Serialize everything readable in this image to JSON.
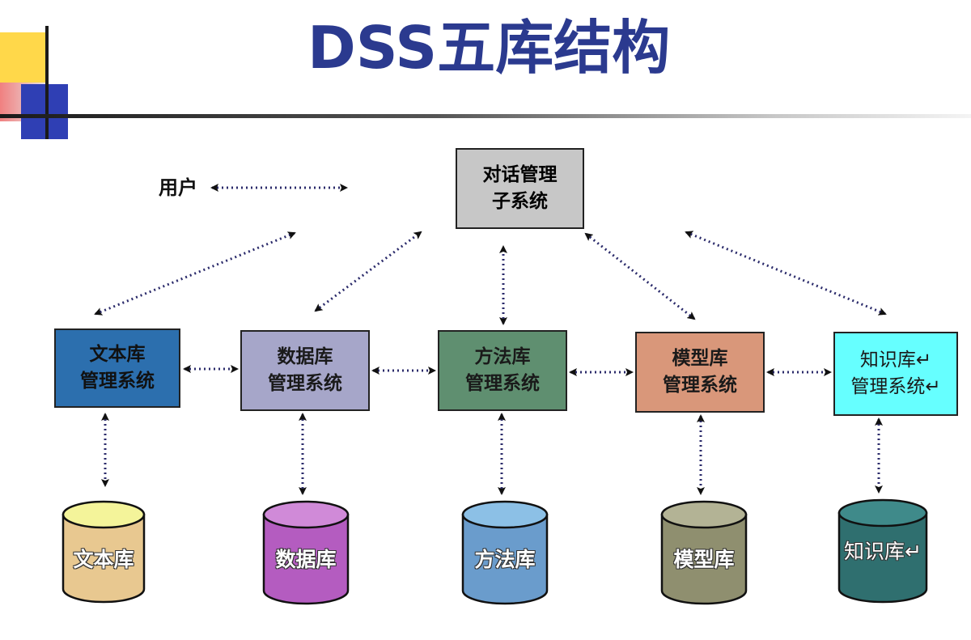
{
  "title": "DSS五库结构",
  "user_label": "用户",
  "dialog_box": {
    "label": "对话管理\n子系统",
    "color": "#c7c7c7"
  },
  "subsystems": [
    {
      "label": "文本库\n管理系统",
      "color": "#2c6fae"
    },
    {
      "label": "数据库\n管理系统",
      "color": "#a6a6c9"
    },
    {
      "label": "方法库\n管理系统",
      "color": "#5f8f70"
    },
    {
      "label": "模型库\n管理系统",
      "color": "#d9977a"
    },
    {
      "label": "知识库↵\n管理系统↵",
      "color": "#66ffff"
    }
  ],
  "databases": [
    {
      "label": "文本库",
      "body": "#e8c890",
      "top": "#f4f49a"
    },
    {
      "label": "数据库",
      "body": "#b45cc0",
      "top": "#d08ad8"
    },
    {
      "label": "方法库",
      "body": "#6a9ccc",
      "top": "#8cc0e6"
    },
    {
      "label": "模型库",
      "body": "#8f8f6f",
      "top": "#b3b395"
    },
    {
      "label": "知识库↵",
      "body": "#2f6f6f",
      "top": "#3f8a8a"
    }
  ]
}
